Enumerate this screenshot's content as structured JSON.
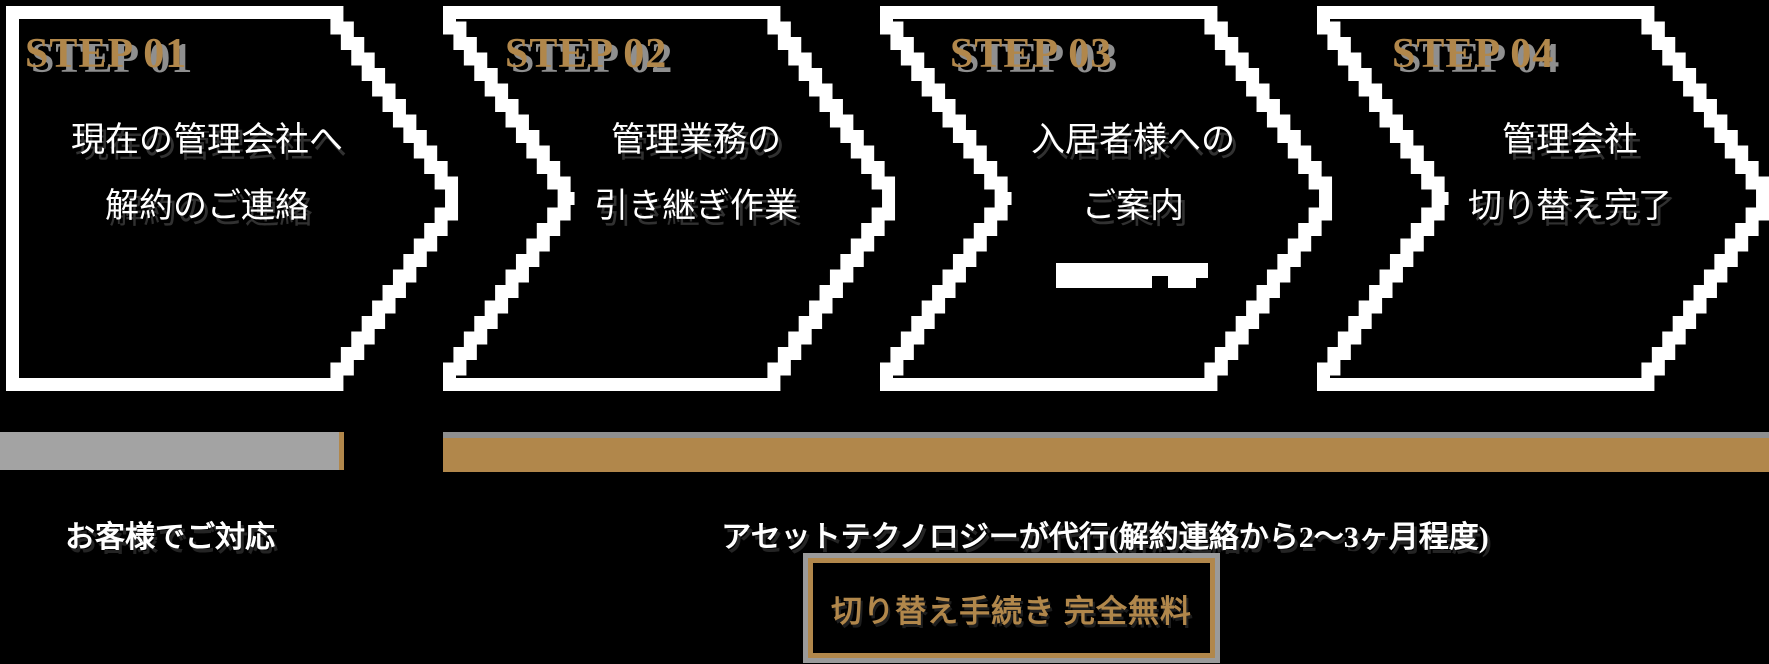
{
  "steps": [
    {
      "label": "STEP 01",
      "line1": "現在の管理会社へ",
      "line2": "解約のご連絡"
    },
    {
      "label": "STEP 02",
      "line1": "管理業務の",
      "line2": "引き継ぎ作業"
    },
    {
      "label": "STEP 03",
      "line1": "入居者様への",
      "line2": "ご案内"
    },
    {
      "label": "STEP 04",
      "line1": "管理会社",
      "line2": "切り替え完了"
    }
  ],
  "legend": {
    "customer": "お客様でご対応",
    "agency": "アセットテクノロジーが代行(解約連絡から2〜3ヶ月程度)"
  },
  "badge": {
    "free_label": "切り替え手続き 完全無料"
  },
  "colors": {
    "gold": "#b1874b",
    "gray_bar": "#a3a3a3",
    "shadow_gray": "#8f8f8f",
    "chevron_outline": "#ffffff",
    "background": "#000000"
  }
}
